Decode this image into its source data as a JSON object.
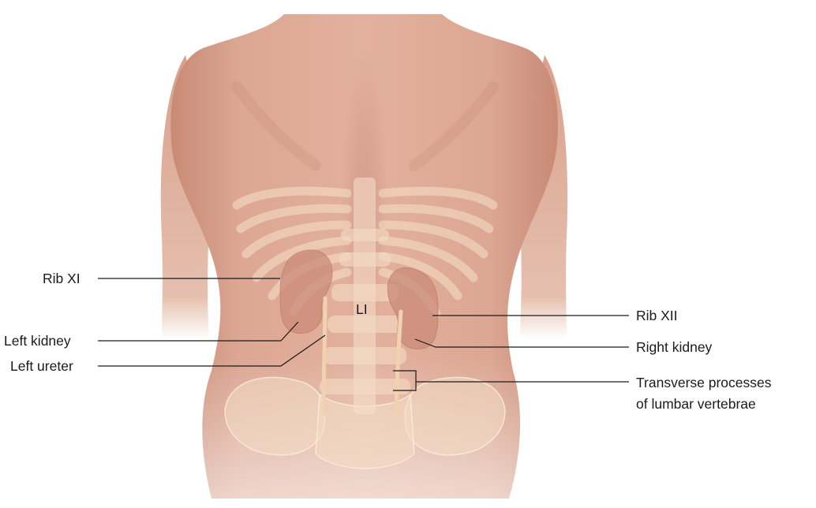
{
  "labels": {
    "rib_xi": "Rib XI",
    "left_kidney": "Left kidney",
    "left_ureter": "Left ureter",
    "rib_xii": "Rib XII",
    "right_kidney": "Right kidney",
    "transverse_line1": "Transverse processes",
    "transverse_line2": "of lumbar vertebrae",
    "vertebra": "LI"
  },
  "colors": {
    "skin": "#d9a08a",
    "skin_shadow": "#b97965",
    "bone": "#f3dcc4",
    "kidney": "#c98b78",
    "ureter": "#f1d2b0",
    "leader": "#1a1a1a"
  }
}
